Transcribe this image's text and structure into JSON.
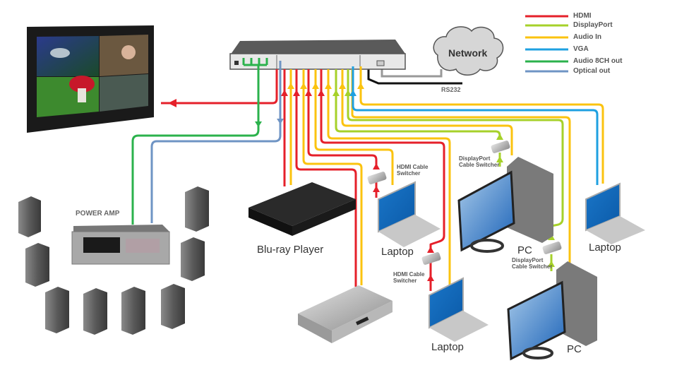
{
  "legend": [
    {
      "label": "HDMI",
      "color": "#e5202a"
    },
    {
      "label": "DisplayPort",
      "color": "#a6d12a"
    },
    {
      "label": "Audio In",
      "color": "#fbc30f"
    },
    {
      "label": "VGA",
      "color": "#1ea0e0"
    },
    {
      "label": "Audio 8CH out",
      "color": "#2bb24c"
    },
    {
      "label": "Optical out",
      "color": "#6f94c4"
    }
  ],
  "network": {
    "label": "Network"
  },
  "rs232": {
    "label": "RS232"
  },
  "power_amp": {
    "label": "POWER AMP"
  },
  "devices": {
    "bluray": "Blu-ray Player",
    "laptop1": "Laptop",
    "laptop2": "Laptop",
    "laptop3": "Laptop",
    "pc1": "PC",
    "pc2": "PC"
  },
  "switchers": {
    "hdmi1": [
      "HDMI Cable",
      "Switcher"
    ],
    "hdmi2": [
      "HDMI Cable",
      "Switcher"
    ],
    "dp1": [
      "DisplayPort",
      "Cable Switcher"
    ],
    "dp2": [
      "DisplayPort",
      "Cable Switcher"
    ]
  },
  "colors": {
    "hdmi": "#e5202a",
    "displayport": "#a6d12a",
    "audio_in": "#fbc30f",
    "vga": "#1ea0e0",
    "audio_out": "#2bb24c",
    "optical": "#6f94c4",
    "rs232": "#111111",
    "network_cable": "#999999"
  }
}
